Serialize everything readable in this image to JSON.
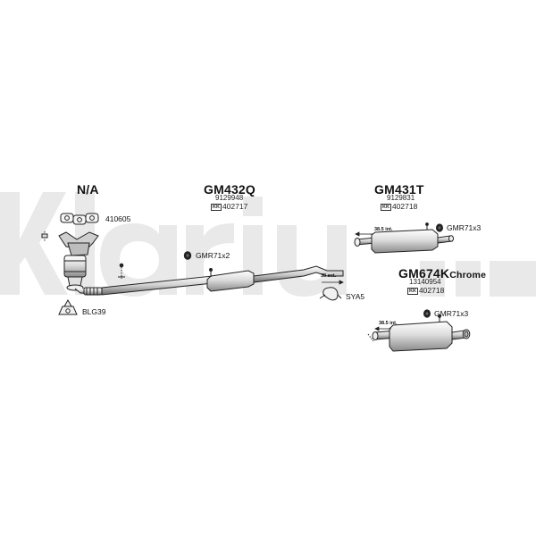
{
  "groups": [
    {
      "title": "N/A"
    },
    {
      "title": "GM432Q",
      "oe_number": "9129948",
      "ref_tag": "KK",
      "ref_number": "402717"
    },
    {
      "title": "GM431T",
      "oe_number": "9129831",
      "ref_tag": "KK",
      "ref_number": "402718"
    },
    {
      "title": "GM674K",
      "title_suffix": "Chrome",
      "oe_number": "13140954",
      "ref_tag": "KK",
      "ref_number": "402718"
    }
  ],
  "parts": {
    "gasket": "410605",
    "cone_gasket": "BLG39",
    "clamp": "SYA5",
    "rubber_mount_front": "GMR71x2",
    "rubber_mount_rear1": "GMR71x3",
    "rubber_mount_rear2": "GMR71x3"
  },
  "dimensions": {
    "mid_ext": "38 ext.",
    "rear1_int": "38.5 int.",
    "rear2_int": "38.5 int."
  },
  "colors": {
    "watermark": "#e6e6e6",
    "line": "#111111",
    "mount_fill": "#222222"
  }
}
